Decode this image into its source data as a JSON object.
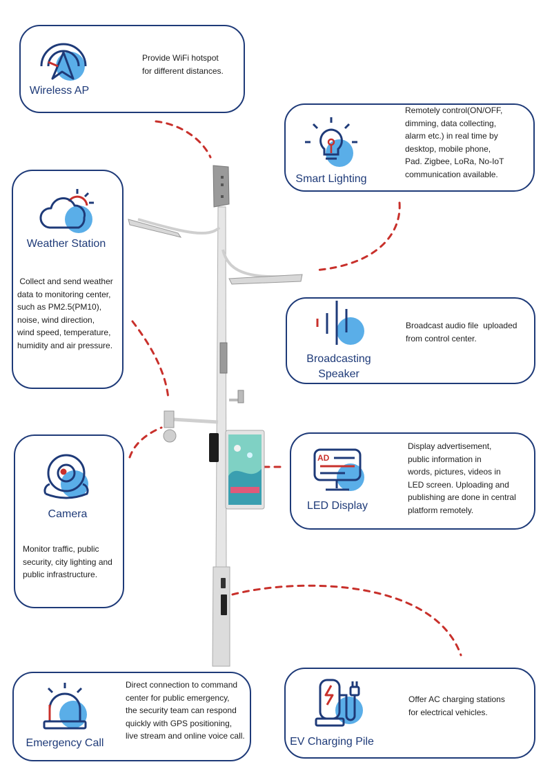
{
  "colors": {
    "primary": "#1e3a78",
    "accent_blue": "#5aaee8",
    "accent_red": "#c8302b"
  },
  "features": {
    "wireless_ap": {
      "title": "Wireless AP",
      "icon": "wifi-antenna-icon",
      "desc": [
        "Provide WiFi hotspot",
        "for different distances."
      ]
    },
    "smart_lighting": {
      "title": "Smart Lighting",
      "icon": "light-bulb-icon",
      "desc": [
        "Remotely control(ON/OFF,",
        "dimming, data collecting,",
        "alarm etc.) in real time by",
        "desktop, mobile phone,",
        "Pad. Zigbee, LoRa, No-IoT",
        "communication available."
      ]
    },
    "weather_station": {
      "title": "Weather Station",
      "icon": "weather-cloud-sun-icon",
      "desc": [
        " Collect and send weather",
        "data to monitoring center,",
        "such as PM2.5(PM10),",
        "noise, wind direction,",
        "wind speed, temperature,",
        "humidity and air pressure."
      ]
    },
    "broadcasting_speaker": {
      "title_lines": [
        "Broadcasting",
        "Speaker"
      ],
      "icon": "sound-wave-icon",
      "desc": [
        "Broadcast audio file  uploaded",
        "from control center."
      ]
    },
    "camera": {
      "title": "Camera",
      "icon": "camera-icon",
      "desc": [
        "Monitor traffic, public",
        "security, city lighting and",
        "public infrastructure."
      ]
    },
    "led_display": {
      "title": "LED Display",
      "icon": "monitor-icon",
      "icon_text": "AD",
      "desc": [
        "Display advertisement,",
        "public information in",
        "words, pictures, videos in",
        "LED screen. Uploading and",
        "publishing are done in central",
        "platform remotely."
      ]
    },
    "emergency_call": {
      "title": "Emergency Call",
      "icon": "alarm-siren-icon",
      "desc": [
        "Direct connection to command",
        "center for public emergency,",
        "the security team can respond",
        "quickly with GPS positioning,",
        "live stream and online voice call."
      ]
    },
    "ev_charging": {
      "title": "EV Charging Pile",
      "icon": "ev-charger-icon",
      "desc": [
        "Offer AC charging stations",
        "for electrical vehicles."
      ]
    }
  }
}
